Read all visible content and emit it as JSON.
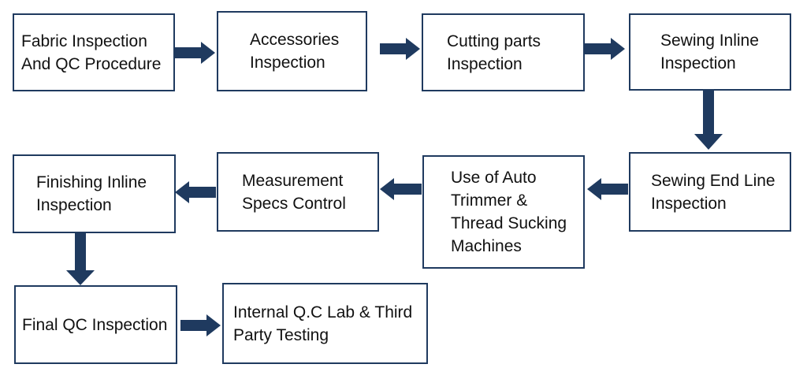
{
  "colors": {
    "border": "#1f3a5f",
    "arrow": "#1f3a5f",
    "text": "#111111"
  },
  "steps": [
    {
      "label": "Fabric Inspection\nAnd QC Procedure"
    },
    {
      "label": "Accessories\nInspection"
    },
    {
      "label": "Cutting parts\nInspection"
    },
    {
      "label": "Sewing Inline\nInspection"
    },
    {
      "label": "Sewing End Line\nInspection"
    },
    {
      "label": "Use of Auto\nTrimmer &\nThread Sucking\nMachines"
    },
    {
      "label": "Measurement\nSpecs Control"
    },
    {
      "label": "Finishing Inline\nInspection"
    },
    {
      "label": "Final QC Inspection"
    },
    {
      "label": "Internal Q.C Lab & Third\nParty Testing"
    }
  ]
}
